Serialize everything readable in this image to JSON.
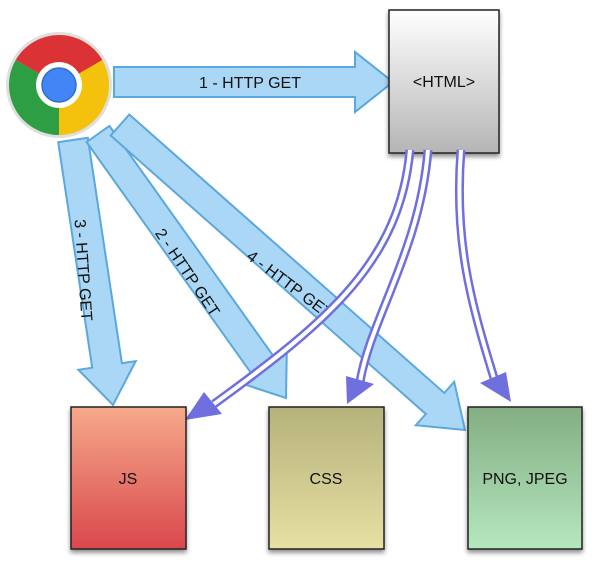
{
  "nodes": {
    "html": {
      "label": "<HTML>"
    },
    "js": {
      "label": "JS"
    },
    "css": {
      "label": "CSS"
    },
    "images": {
      "label": "PNG, JPEG"
    }
  },
  "requests": [
    {
      "label": "1 - HTTP GET"
    },
    {
      "label": "2 - HTTP GET"
    },
    {
      "label": "3 - HTTP GET"
    },
    {
      "label": "4 - HTTP GET"
    }
  ],
  "colors": {
    "request_arrow_fill": "#a9d7f5",
    "request_arrow_stroke": "#5ba8dc",
    "reference_arrow": "#6f6fdd",
    "js_box": "#e3625c",
    "css_box": "#c9c48d",
    "images_box": "#8fd19a",
    "html_box": "#cfcfcf"
  }
}
